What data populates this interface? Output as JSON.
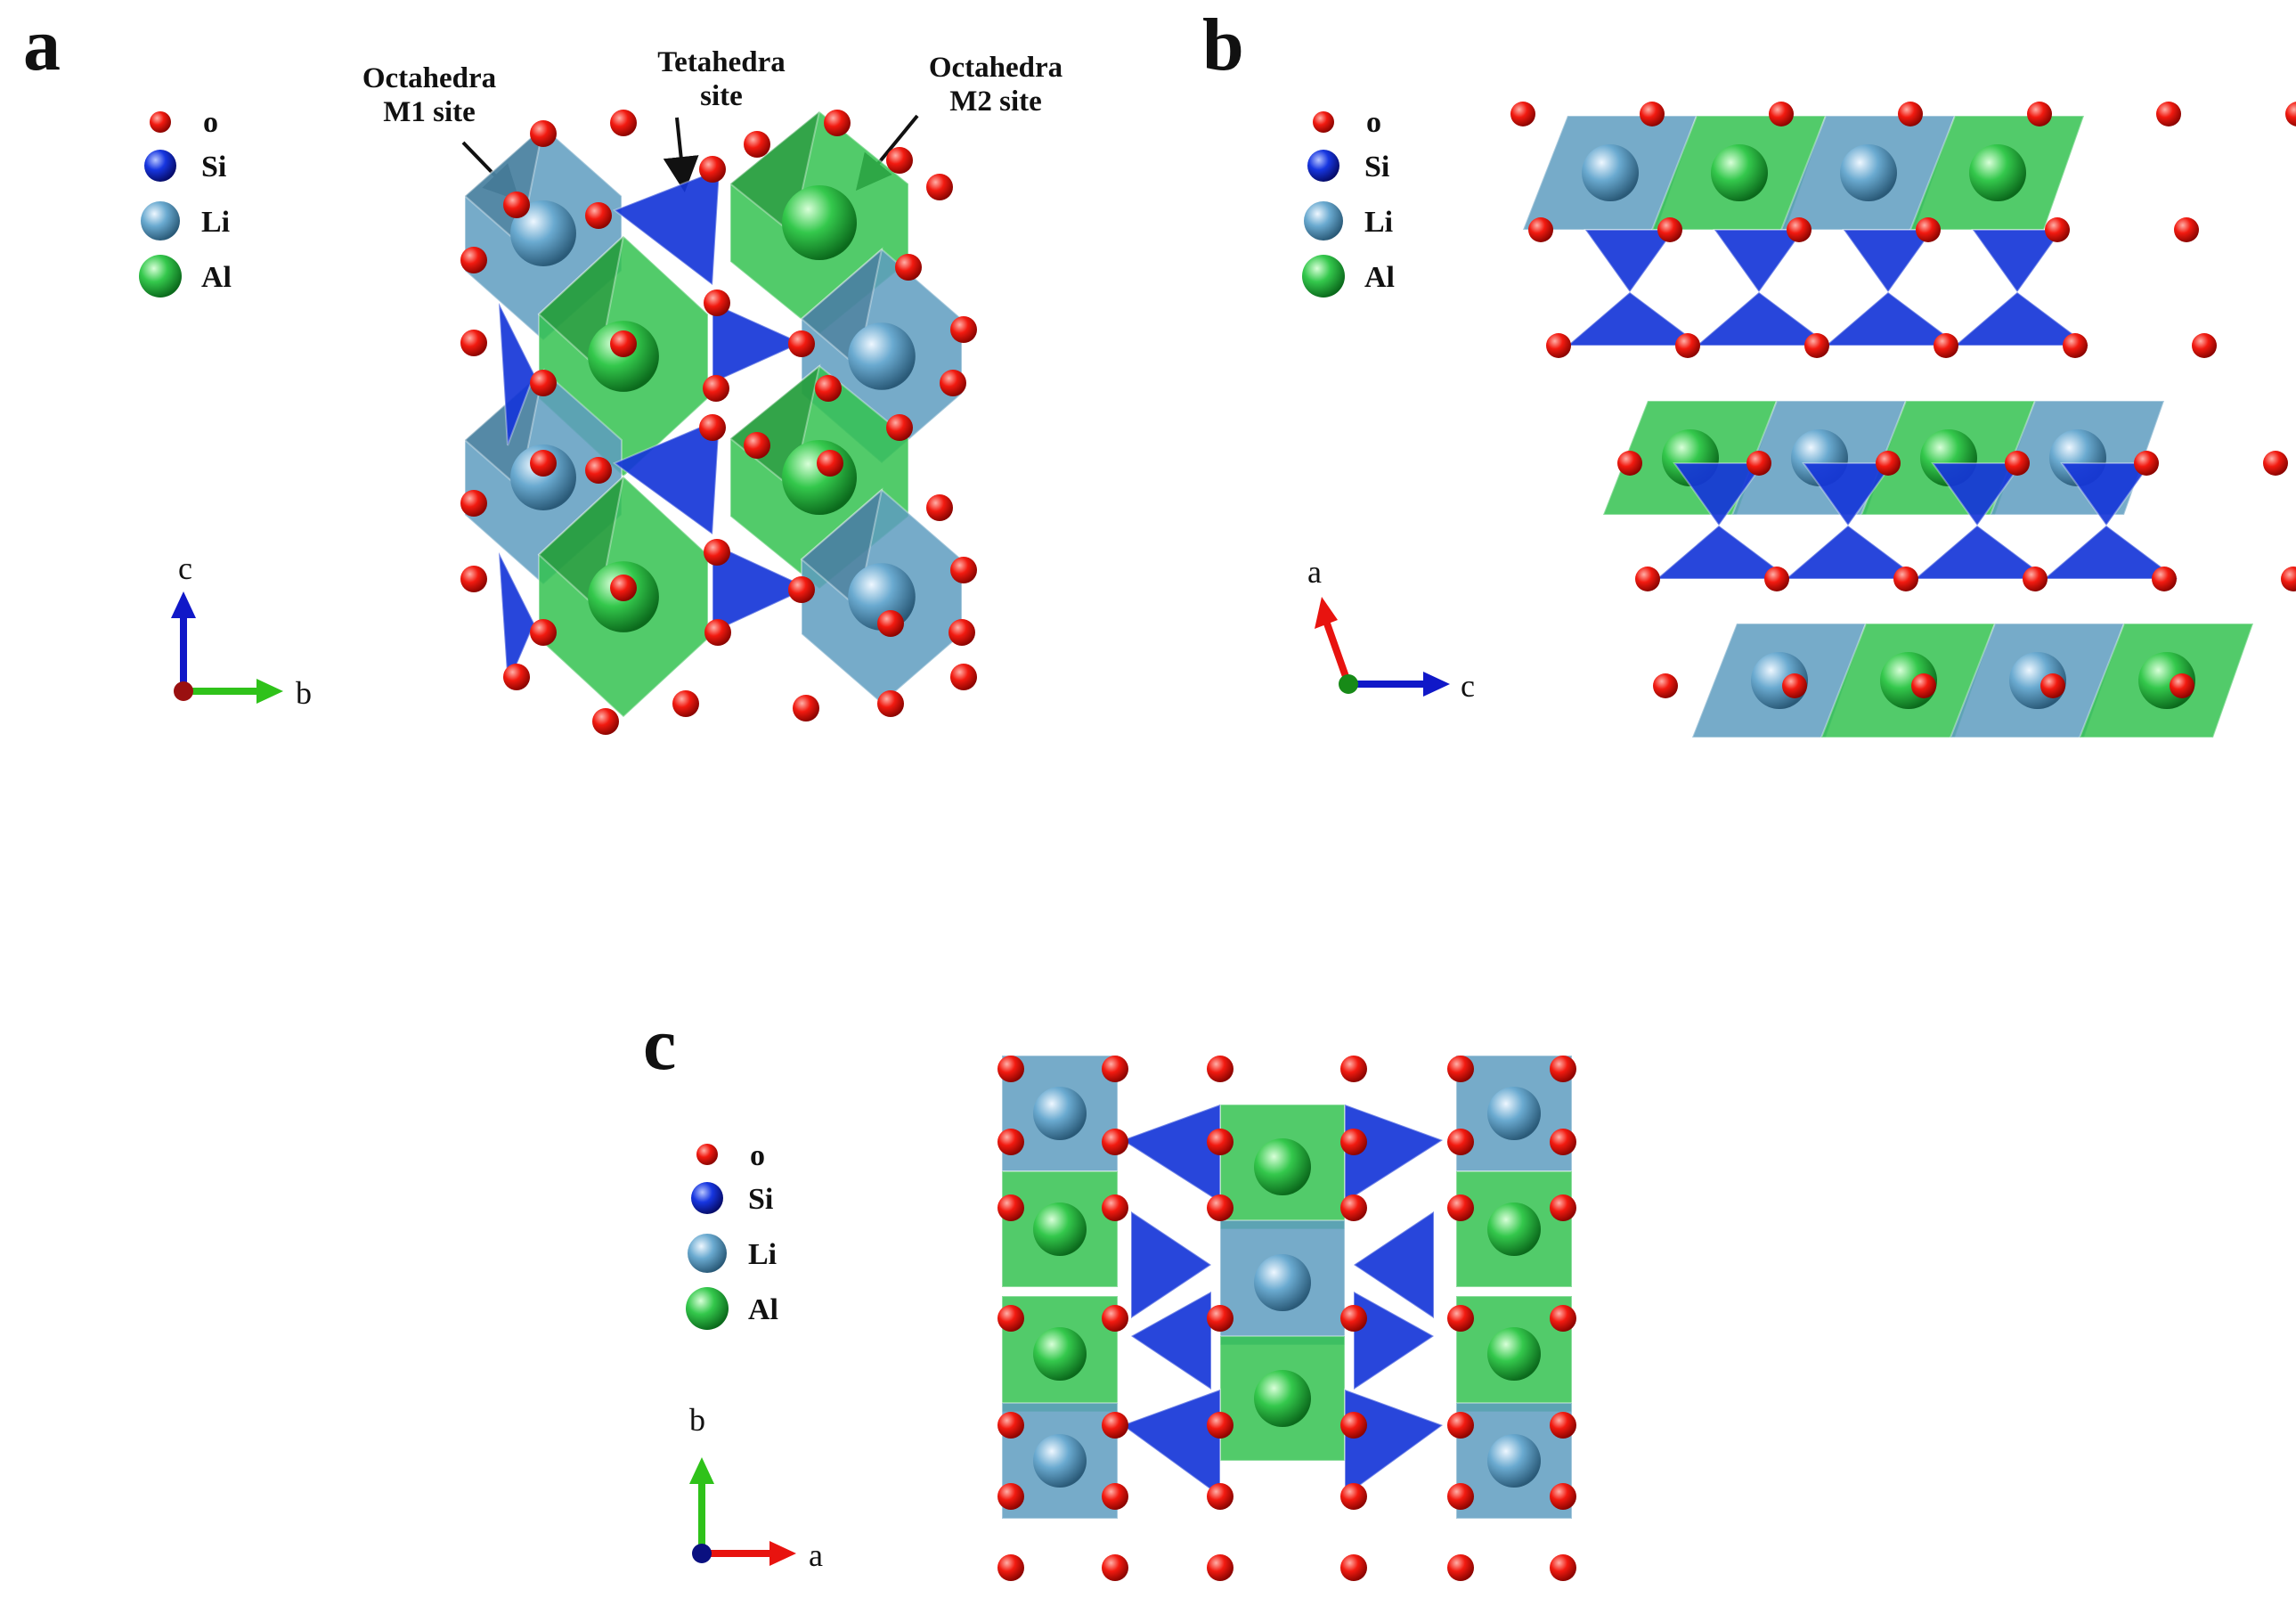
{
  "panels": [
    {
      "id": "a",
      "letter": "a",
      "legend": [
        "o",
        "Si",
        "Li",
        "Al"
      ],
      "axes": {
        "vertical": "c",
        "horizontal": "b",
        "origin": "a"
      },
      "annotations": [
        {
          "line1": "Octahedra",
          "line2": "M1 site"
        },
        {
          "line1": "Tetahedra",
          "line2": "site"
        },
        {
          "line1": "Octahedra",
          "line2": "M2 site"
        }
      ]
    },
    {
      "id": "b",
      "letter": "b",
      "legend": [
        "o",
        "Si",
        "Li",
        "Al"
      ],
      "axes": {
        "vertical": "a",
        "horizontal": "c",
        "origin": "b"
      }
    },
    {
      "id": "c",
      "letter": "c",
      "legend": [
        "o",
        "Si",
        "Li",
        "Al"
      ],
      "axes": {
        "vertical": "b",
        "horizontal": "a",
        "origin": "c"
      }
    }
  ],
  "colors": {
    "oxygen": "#e8130f",
    "silicon": "#1733d6",
    "lithium": "#5f9fc2",
    "aluminum": "#2fc24a",
    "axis_a": "#e8130f",
    "axis_b": "#2fc21a",
    "axis_c": "#1018c8"
  }
}
